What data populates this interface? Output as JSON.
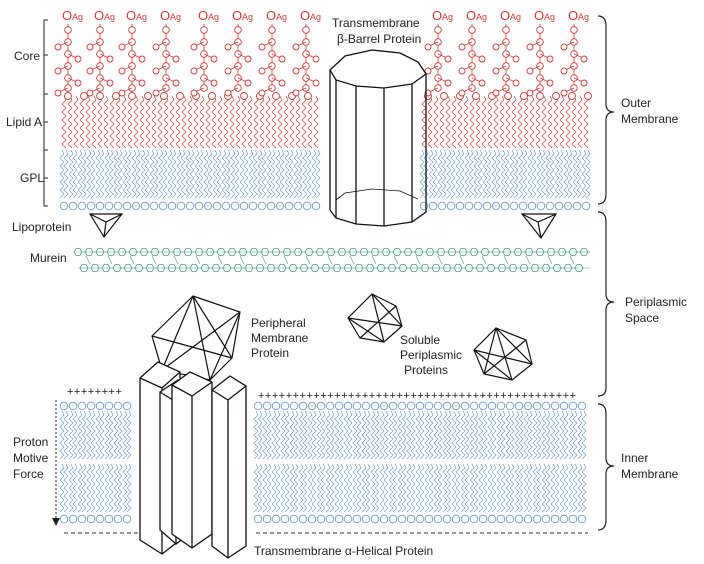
{
  "colors": {
    "lps": "#d23a3a",
    "lipid": "#6f9fc8",
    "murein": "#4f9f86",
    "outline": "#111111",
    "text": "#222222"
  },
  "labels": {
    "core": "Core",
    "lipid_a": "Lipid A",
    "gpl": "GPL",
    "lipoprotein": "Lipoprotein",
    "murein": "Murein",
    "beta_barrel_line1": "Transmembrane",
    "beta_barrel_line2": "β-Barrel Protein",
    "outer_membrane_line1": "Outer",
    "outer_membrane_line2": "Membrane",
    "periplasmic_space_line1": "Periplasmic",
    "periplasmic_space_line2": "Space",
    "inner_membrane_line1": "Inner",
    "inner_membrane_line2": "Membrane",
    "peripheral_line1": "Peripheral",
    "peripheral_line2": "Membrane",
    "peripheral_line3": "Protein",
    "soluble_line1": "Soluble",
    "soluble_line2": "Periplasmic",
    "soluble_line3": "Proteins",
    "pmf_line1": "Proton",
    "pmf_line2": "Motive",
    "pmf_line3": "Force",
    "alpha_helical": "Transmembrane α-Helical Protein",
    "charge_left": "++++++++",
    "charge_right": "++++++++++++++++++++++++++++++++++++++++++++++",
    "o_antigen_big": "O",
    "o_antigen_small": "Ag"
  }
}
